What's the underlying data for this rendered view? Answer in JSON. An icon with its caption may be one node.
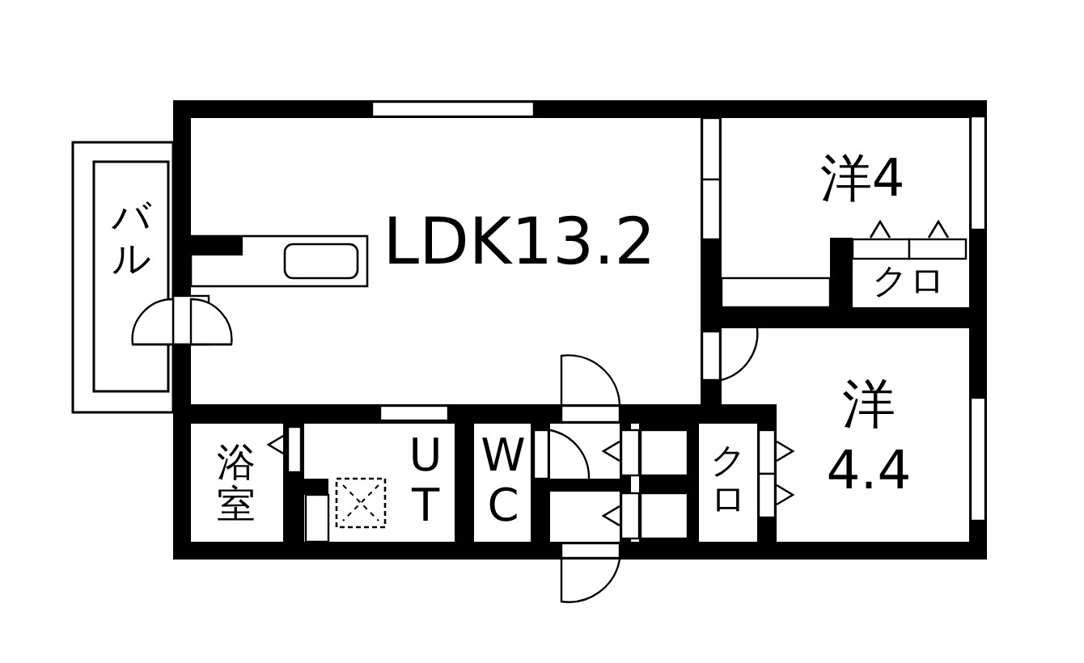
{
  "diagram": {
    "nodes": [
      {
        "text": [
          "バル"
        ]
      },
      {
        "text": [
          "LDK13.2"
        ]
      },
      {
        "text": [
          "洋4"
        ]
      },
      {
        "text": [
          "クロ"
        ]
      },
      {
        "text": [
          "洋 4.4"
        ]
      },
      {
        "text": [
          "浴室"
        ]
      },
      {
        "text": [
          "UT"
        ]
      },
      {
        "text": [
          "WC"
        ]
      },
      {
        "text": [
          "クロ"
        ]
      }
    ]
  }
}
